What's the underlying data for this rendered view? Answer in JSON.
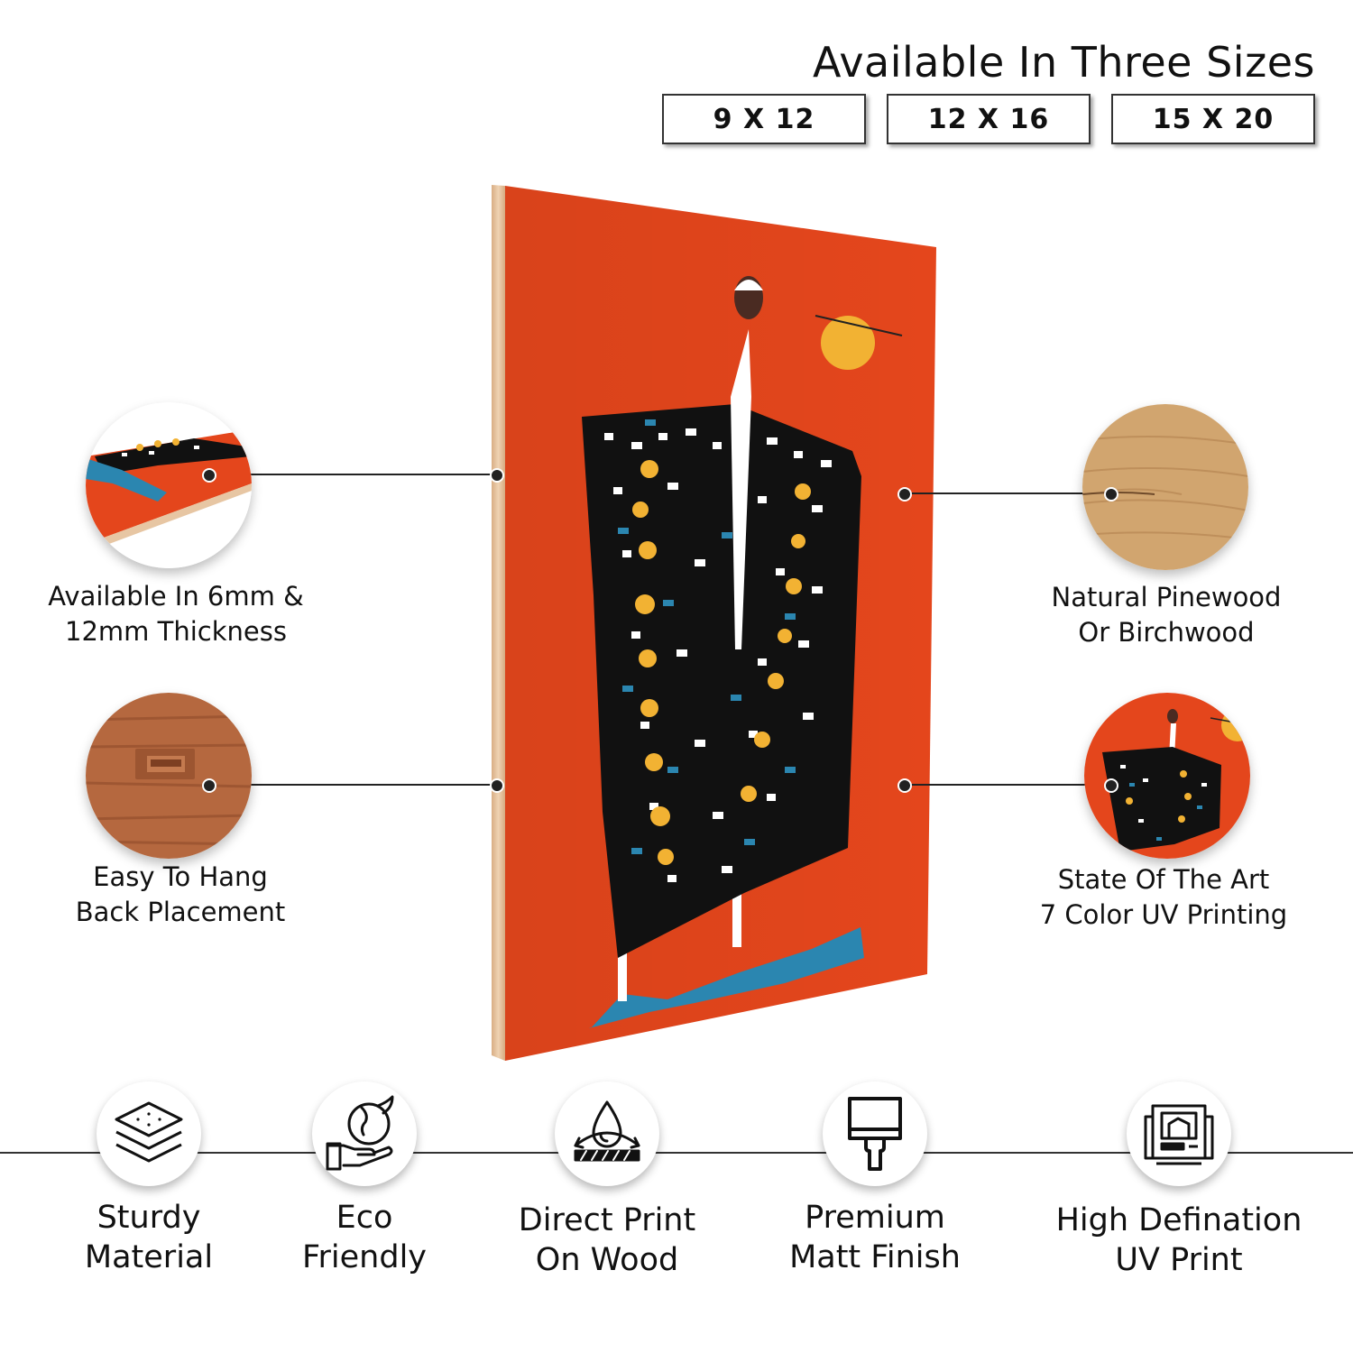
{
  "header": {
    "title": "Available In Three Sizes",
    "sizes": [
      "9 X 12",
      "12 X 16",
      "15 X 20"
    ]
  },
  "callouts": {
    "thickness": {
      "line1": "Available In  6mm &",
      "line2": "12mm Thickness",
      "icon": "wood-edge-icon"
    },
    "hang": {
      "line1": "Easy To Hang",
      "line2": "Back Placement",
      "icon": "hanger-icon"
    },
    "wood": {
      "line1": "Natural Pinewood",
      "line2": "Or Birchwood",
      "icon": "wood-grain-icon"
    },
    "printing": {
      "line1": "State Of The Art",
      "line2": "7 Color UV Printing",
      "icon": "print-detail-icon"
    }
  },
  "features": [
    {
      "line1": "Sturdy",
      "line2": "Material",
      "icon": "layers-icon"
    },
    {
      "line1": "Eco",
      "line2": "Friendly",
      "icon": "eco-hand-icon"
    },
    {
      "line1": "Direct Print",
      "line2": "On Wood",
      "icon": "water-drop-icon"
    },
    {
      "line1": "Premium",
      "line2": "Matt Finish",
      "icon": "paint-brush-icon"
    },
    {
      "line1": "High Defination",
      "line2": "UV Print",
      "icon": "printer-icon"
    }
  ],
  "colors": {
    "artwork_background": "#E4461C",
    "robe": "#111111",
    "sun": "#F2B233",
    "base": "#2B86B0",
    "plywood_edge": "#E7C6A3"
  }
}
